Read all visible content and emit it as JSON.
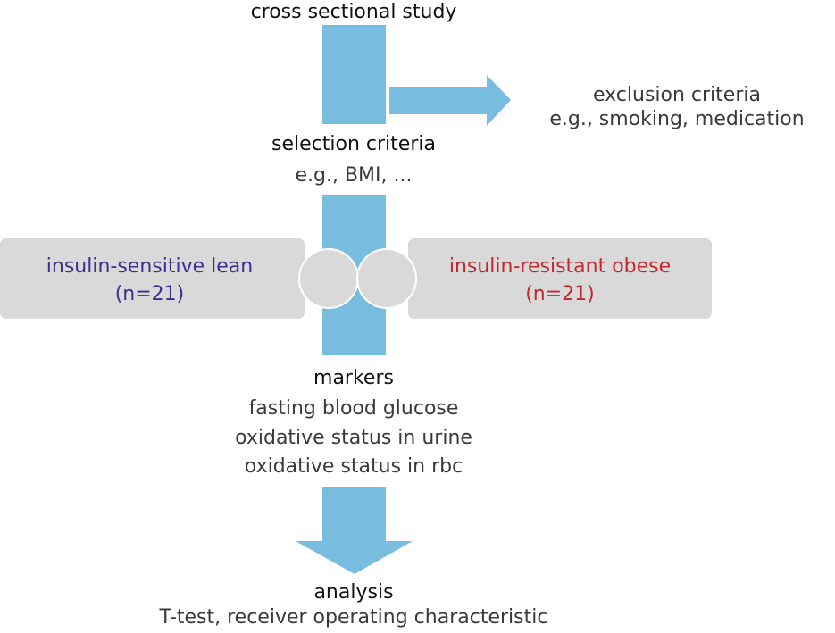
{
  "diagram": {
    "study_type": "cross sectional study",
    "exclusion": {
      "title": "exclusion criteria",
      "examples": "e.g., smoking, medication"
    },
    "selection": {
      "title": "selection criteria",
      "examples": "e.g., BMI, ..."
    },
    "groups": {
      "lean": {
        "label": "insulin-sensitive lean",
        "count": "(n=21)"
      },
      "obese": {
        "label": "insulin-resistant obese",
        "count": "(n=21)"
      }
    },
    "markers": {
      "title": "markers",
      "items": [
        "fasting blood glucose",
        "oxidative status in urine",
        "oxidative status in rbc"
      ]
    },
    "analysis": {
      "title": "analysis",
      "methods": "T-test, receiver operating characteristic"
    }
  },
  "colors": {
    "arrow_blue": "#78bcdf",
    "group_box_gray": "#d9d9d9",
    "lean_text": "#3b2f8e",
    "obese_text": "#c4262e",
    "body_text": "#3a3a3a"
  }
}
